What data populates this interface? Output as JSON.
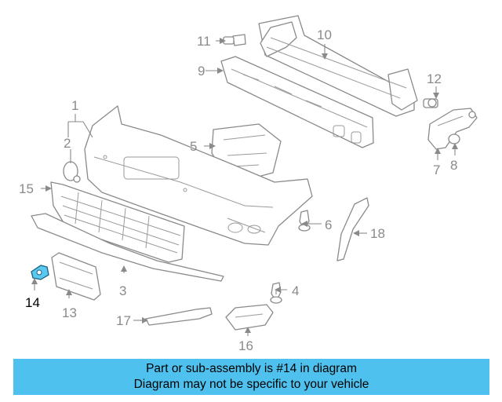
{
  "diagram": {
    "callouts": {
      "c1": "1",
      "c2": "2",
      "c3": "3",
      "c4": "4",
      "c5": "5",
      "c6": "6",
      "c7": "7",
      "c8": "8",
      "c9": "9",
      "c10": "10",
      "c11": "11",
      "c12": "12",
      "c13": "13",
      "c14": "14",
      "c15": "15",
      "c16": "16",
      "c17": "17",
      "c18": "18"
    },
    "highlighted_part": "14",
    "highlight_color": "#5bc8f0"
  },
  "banner": {
    "line1": "Part or sub-assembly is #14 in diagram",
    "line2": "Diagram may not be specific to your vehicle",
    "color": "#4fc1ee"
  }
}
